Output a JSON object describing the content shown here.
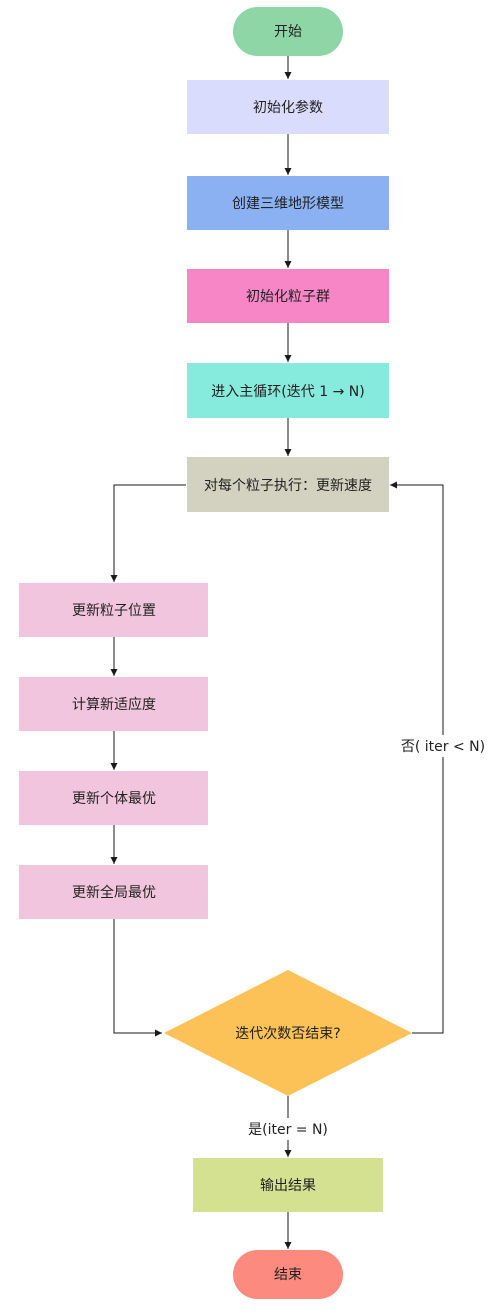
{
  "colors": {
    "start": "#8fd6a6",
    "init_params": "#dadcfd",
    "build_model": "#8bb1f3",
    "init_swarm": "#f786c7",
    "main_loop": "#86eadc",
    "update_velocity": "#d3d1c0",
    "pink_steps": "#f2c5de",
    "decision": "#fdc257",
    "output": "#d4e190",
    "end": "#fc8a7e",
    "line": "#1a1a1a"
  },
  "nodes": {
    "start": "开始",
    "init_params": "初始化参数",
    "build_model": "创建三维地形模型",
    "init_swarm": "初始化粒子群",
    "main_loop": "进入主循环(迭代 1 → N)",
    "update_velocity": "对每个粒子执行：更新速度",
    "update_position": "更新粒子位置",
    "compute_fitness": "计算新适应度",
    "update_pbest": "更新个体最优",
    "update_gbest": "更新全局最优",
    "decision": "迭代次数否结束?",
    "output": "输出结果",
    "end": "结束"
  },
  "edge_labels": {
    "no_loop": "否( iter < N)",
    "yes_done": "是(iter = N)"
  }
}
